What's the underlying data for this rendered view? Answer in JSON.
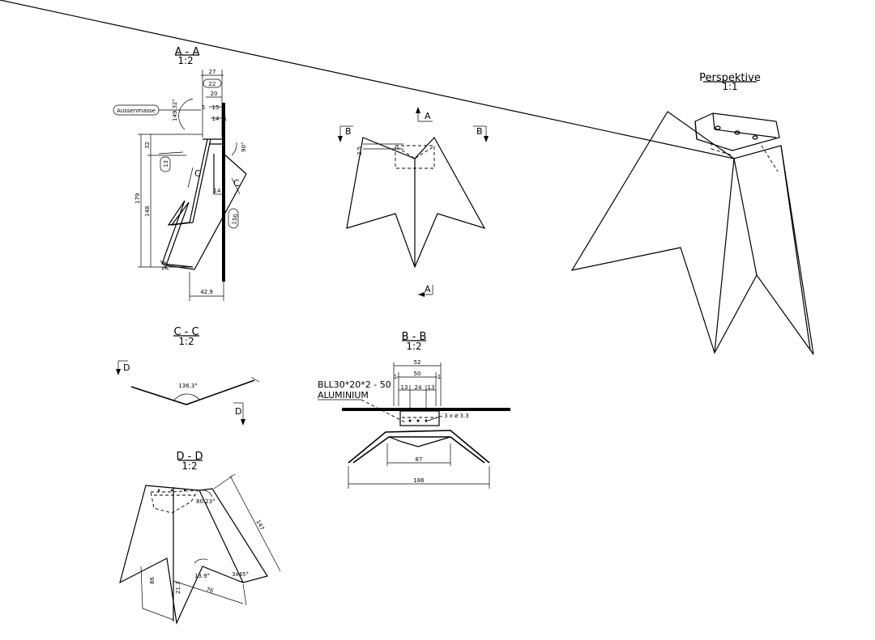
{
  "sections": {
    "aa": {
      "title": "A - A",
      "scale": "1:2"
    },
    "cc": {
      "title": "C - C",
      "scale": "1:2"
    },
    "dd": {
      "title": "D - D",
      "scale": "1:2"
    },
    "bb": {
      "title": "B - B",
      "scale": "1:2"
    },
    "persp": {
      "title": "Perspektive",
      "scale": "1:1"
    }
  },
  "aa_dims": {
    "d27": "27",
    "d22": "22",
    "d20": "20",
    "d15": "15",
    "d14top": "14",
    "d5": "5",
    "d1": "1",
    "angle1": "149.32°",
    "angle2": "90°",
    "d32": "32",
    "d179": "179",
    "d148": "148",
    "d13": "13",
    "d14mid": "14",
    "d150": "150",
    "d59": "5.9",
    "d429": "42.9",
    "aussen": "Aussenmasse"
  },
  "markers": {
    "a": "A",
    "b": "B",
    "c": "C",
    "d": "D"
  },
  "front_dims": {
    "d25": "2.5"
  },
  "cc_dims": {
    "angle": "136.3°"
  },
  "dd_dims": {
    "angle": "80.23°",
    "d147": "147",
    "d76": "76",
    "d86": "86",
    "d213": "21.3",
    "a2": "13.9°",
    "d3": "3x45°"
  },
  "bb_dims": {
    "d52": "52",
    "d50": "50",
    "d1l": "1",
    "d1r": "1",
    "d13l": "13",
    "d24": "24",
    "d13r": "13",
    "d87": "87",
    "d186": "186",
    "hole": "3 x ø 3.3",
    "material_line1": "BLL30*20*2 - 50",
    "material_line2": "ALUMINIUM"
  }
}
